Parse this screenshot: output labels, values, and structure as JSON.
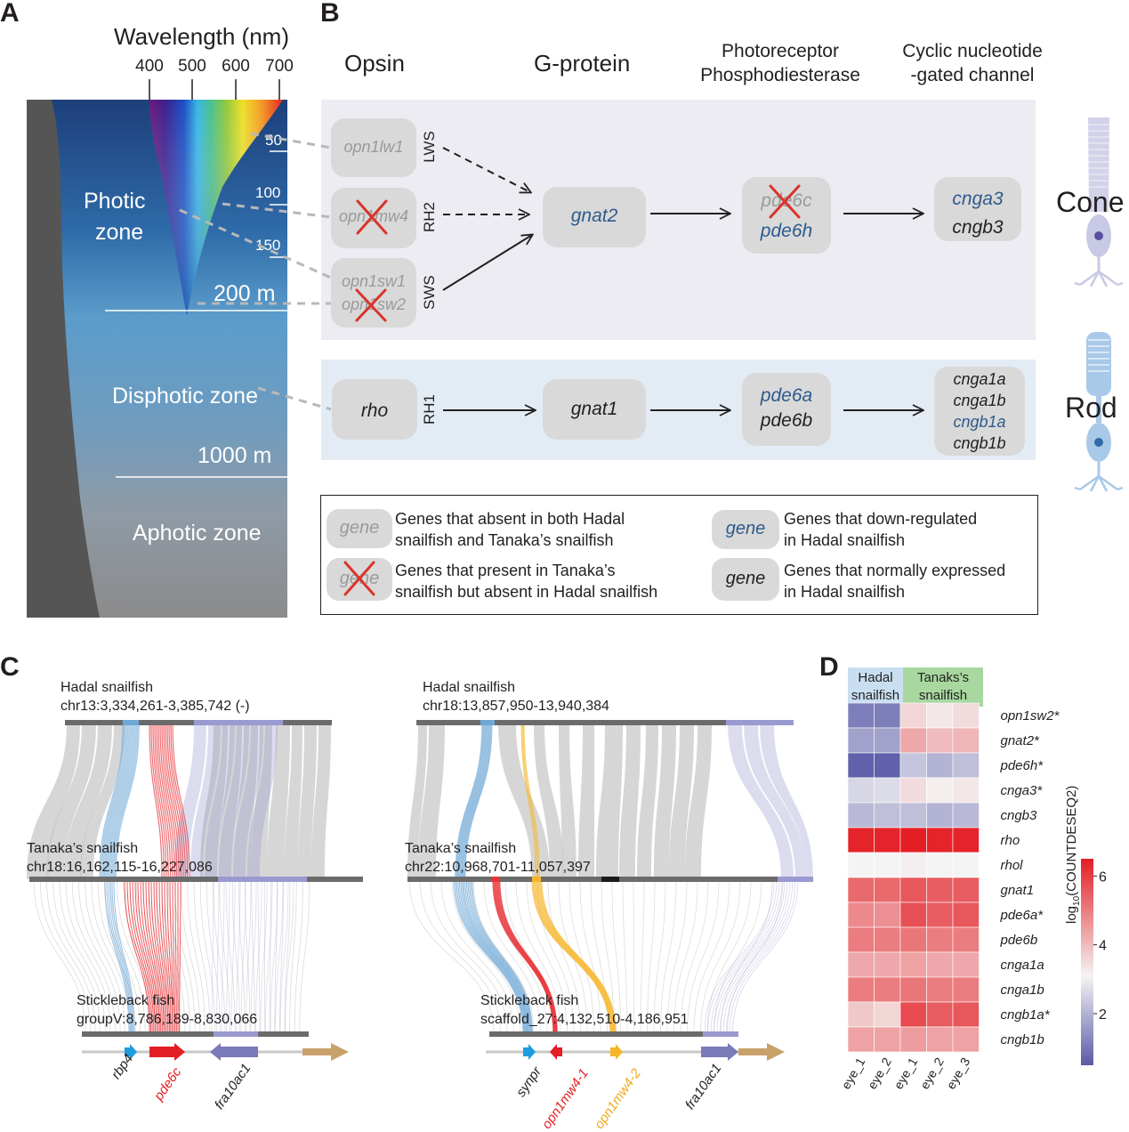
{
  "panels": {
    "a": "A",
    "b": "B",
    "c": "C",
    "d": "D"
  },
  "panel_a": {
    "axis_title": "Wavelength (nm)",
    "ticks": [
      "400",
      "500",
      "600",
      "700"
    ],
    "depths": [
      "50",
      "100",
      "150"
    ],
    "zones": {
      "photic_line1": "Photic",
      "photic_line2": "zone",
      "depth_200": "200 m",
      "disphotic": "Disphotic zone",
      "depth_1000": "1000 m",
      "aphotic": "Aphotic zone"
    },
    "colors": {
      "ocean_top": "#1f4e8a",
      "ocean_mid": "#5f9ccc",
      "ocean_bottom": "#8a8a8a",
      "land": "#555555"
    }
  },
  "panel_b": {
    "headers": {
      "opsin": "Opsin",
      "gprotein": "G-protein",
      "pde_line1": "Photoreceptor",
      "pde_line2": "Phosphodiesterase",
      "cng_line1": "Cyclic nucleotide",
      "cng_line2": "-gated channel"
    },
    "cone": {
      "label": "Cone",
      "opsins": [
        {
          "gene": "opn1lw1",
          "type": "LWS"
        },
        {
          "gene": "opn1mw4",
          "type": "RH2"
        },
        {
          "gene1": "opn1sw1",
          "gene2": "opn1sw2",
          "type": "SWS"
        }
      ],
      "gprotein": "gnat2",
      "pde": [
        "pde6c",
        "pde6h"
      ],
      "cng": [
        "cnga3",
        "cngb3"
      ]
    },
    "rod": {
      "label": "Rod",
      "opsin": "rho",
      "type": "RH1",
      "gprotein": "gnat1",
      "pde": [
        "pde6a",
        "pde6b"
      ],
      "cng": [
        "cnga1a",
        "cnga1b",
        "cngb1a",
        "cngb1b"
      ]
    },
    "legend": {
      "sample": "gene",
      "absent_both_1": "Genes that absent in both Hadal",
      "absent_both_2": "snailfish and Tanaka’s snailfish",
      "absent_hadal_1": "Genes that present in Tanaka’s",
      "absent_hadal_2": "snailfish but absent in Hadal snailfish",
      "down_1": "Genes that down-regulated",
      "down_2": "in Hadal snailfish",
      "normal_1": "Genes that normally expressed",
      "normal_2": "in Hadal snailfish"
    },
    "colors": {
      "cone_bg": "#ececf2",
      "rod_bg": "#e3ecf5",
      "box": "#d9d9d9",
      "blue_text": "#2e5a8c",
      "cross": "#d9342b"
    }
  },
  "panel_c": {
    "left": {
      "hadal_name": "Hadal snailfish",
      "hadal_coords": "chr13:3,334,261-3,385,742 (-)",
      "tanaka_name": "Tanaka’s snailfish",
      "tanaka_coords": "chr18:16,162,115-16,227,086",
      "stickle_name": "Stickleback fish",
      "stickle_coords": "groupV:8,786,189-8,830,066",
      "genes": [
        "rbp4",
        "pde6c",
        "fra10ac1"
      ]
    },
    "right": {
      "hadal_name": "Hadal snailfish",
      "hadal_coords": "chr18:13,857,950-13,940,384",
      "tanaka_name": "Tanaka’s snailfish",
      "tanaka_coords": "chr22:10,968,701-11,057,397",
      "stickle_name": "Stickleback fish",
      "stickle_coords": "scaffold_27:4,132,510-4,186,951",
      "genes": [
        "synpr",
        "opn1mw4-1",
        "opn1mw4-2",
        "fra10ac1"
      ]
    },
    "colors": {
      "blue": "#6fa8d6",
      "red": "#e8343a",
      "orange": "#f5b62a",
      "lavender": "#9a9ad0",
      "gray": "#c8c8c8",
      "arrow": "#c8a26a"
    }
  },
  "panel_d": {
    "group_hadal_1": "Hadal",
    "group_hadal_2": "snailfish",
    "group_tanaka_1": "Tanaks’s",
    "group_tanaka_2": "snailfish",
    "colorbar_label": "log10(COUNTDESEQ2)",
    "colorbar_ticks": [
      "6",
      "4",
      "2"
    ],
    "chart_data": {
      "type": "heatmap",
      "columns": [
        "eye_1",
        "eye_2",
        "eye_1",
        "eye_2",
        "eye_3"
      ],
      "rows": [
        "opn1sw2*",
        "gnat2*",
        "pde6h*",
        "cnga3*",
        "cngb3",
        "rho",
        "rhol",
        "gnat1",
        "pde6a*",
        "pde6b",
        "cnga1a",
        "cnga1b",
        "cngb1a*",
        "cngb1b"
      ],
      "values": [
        [
          1.1,
          1.1,
          3.6,
          3.3,
          3.5
        ],
        [
          1.7,
          1.7,
          4.3,
          4.0,
          4.1
        ],
        [
          0.6,
          0.6,
          2.3,
          2.0,
          2.2
        ],
        [
          2.6,
          2.7,
          3.5,
          3.2,
          3.3
        ],
        [
          2.1,
          2.2,
          2.2,
          2.0,
          2.1
        ],
        [
          6.4,
          6.4,
          6.5,
          6.4,
          6.4
        ],
        [
          3.1,
          3.1,
          3.2,
          3.1,
          3.1
        ],
        [
          5.3,
          5.3,
          5.6,
          5.5,
          5.5
        ],
        [
          4.8,
          4.7,
          5.7,
          5.5,
          5.6
        ],
        [
          5.0,
          5.0,
          5.1,
          5.0,
          5.0
        ],
        [
          4.3,
          4.3,
          4.4,
          4.3,
          4.3
        ],
        [
          5.0,
          5.0,
          5.1,
          5.0,
          5.0
        ],
        [
          3.8,
          3.6,
          5.8,
          5.5,
          5.6
        ],
        [
          4.4,
          4.4,
          4.5,
          4.4,
          4.4
        ]
      ],
      "color_range": [
        0.5,
        6.5
      ],
      "colorbar_ticks": [
        2,
        4,
        6
      ]
    },
    "colors": {
      "hadal_header": "#c9dff1",
      "tanaka_header": "#a8d8a0",
      "low": "#5a5aa8",
      "mid": "#f4f4f4",
      "high": "#e31e24"
    }
  }
}
